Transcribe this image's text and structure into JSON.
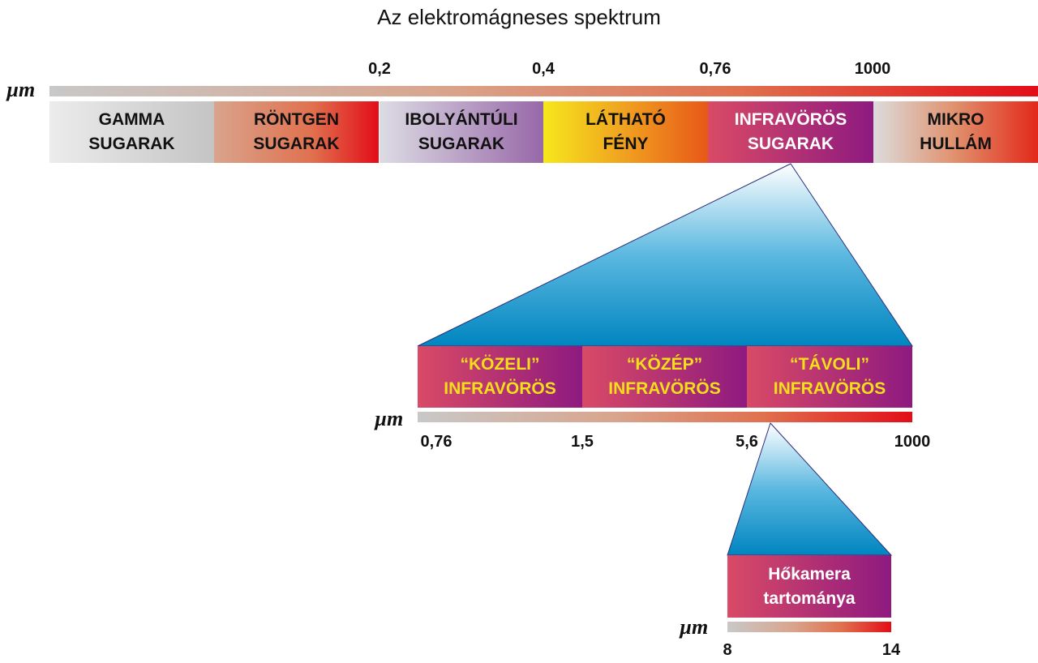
{
  "title": "Az elektromágneses spektrum",
  "unit": "µm",
  "main": {
    "ticks": [
      "0,2",
      "0,4",
      "0,76",
      "1000"
    ],
    "segments": [
      {
        "l1": "GAMMA",
        "l2": "SUGARAK"
      },
      {
        "l1": "RÖNTGEN",
        "l2": "SUGARAK"
      },
      {
        "l1": "IBOLYÁNTÚLI",
        "l2": "SUGARAK"
      },
      {
        "l1": "LÁTHATÓ",
        "l2": "FÉNY"
      },
      {
        "l1": "INFRAVÖRÖS",
        "l2": "SUGARAK"
      },
      {
        "l1": "MIKRO",
        "l2": "HULLÁM"
      }
    ]
  },
  "infrared": {
    "segments": [
      {
        "l1": "“KÖZELI”",
        "l2": "INFRAVÖRÖS"
      },
      {
        "l1": "“KÖZÉP”",
        "l2": "INFRAVÖRÖS"
      },
      {
        "l1": "“TÁVOLI”",
        "l2": "INFRAVÖRÖS"
      }
    ],
    "ticks": [
      "0,76",
      "1,5",
      "5,6",
      "1000"
    ]
  },
  "thermal": {
    "l1": "Hőkamera",
    "l2": "tartománya",
    "ticks": [
      "8",
      "14"
    ]
  },
  "colors": {
    "yellow_text": "#f5df1a",
    "blue": "#0094cc",
    "red": "#e30d17"
  }
}
